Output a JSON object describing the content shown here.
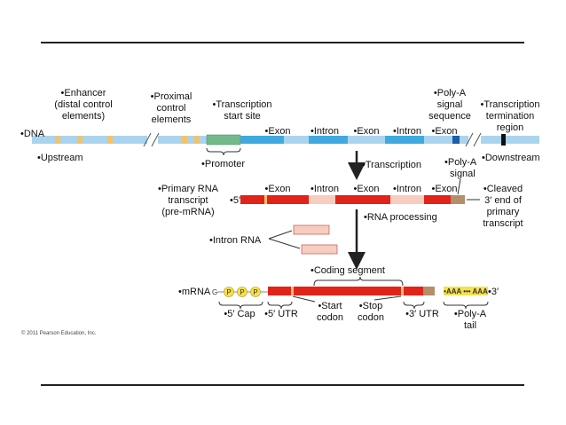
{
  "labels": {
    "enhancer": [
      "•Enhancer",
      "(distal control",
      "elements)"
    ],
    "proximal": [
      "•Proximal",
      "control",
      "elements"
    ],
    "tss": [
      "•Transcription",
      "start site"
    ],
    "polya_signal_seq": [
      "•Poly-A",
      "signal",
      "sequence"
    ],
    "termination": [
      "•Transcription",
      "termination",
      "region"
    ],
    "dna": "•DNA",
    "upstream": "•Upstream",
    "promoter": "•Promoter",
    "downstream": "•Downstream",
    "transcription": "•Transcription",
    "polya_signal": [
      "•Poly-A",
      "signal"
    ],
    "pre_mrna": [
      "•Primary RNA",
      "transcript",
      "(pre-mRNA)"
    ],
    "five_prime": "•5′",
    "cleaved": [
      "•Cleaved",
      "3′ end of",
      "primary",
      "transcript"
    ],
    "rna_processing": "•RNA processing",
    "intron_rna": "•Intron RNA",
    "coding_segment": "•Coding segment",
    "mrna": "•mRNA",
    "g_cap": "G",
    "p_letter": "P",
    "poly_a_text": "•AAA ••• AAA",
    "three_prime": "•3′",
    "five_cap": "•5′ Cap",
    "five_utr": "•5′ UTR",
    "start_codon": [
      "•Start",
      "codon"
    ],
    "stop_codon": [
      "•Stop",
      "codon"
    ],
    "three_utr": "•3′ UTR",
    "polya_tail": [
      "•Poly-A",
      "tail"
    ],
    "copyright": "© 2011 Pearson Education, Inc."
  },
  "dna_regions": [
    "•Exon",
    "•Intron",
    "•Exon",
    "•Intron",
    "•Exon"
  ],
  "rna_regions": [
    "•Exon",
    "•Intron",
    "•Exon",
    "•Intron",
    "•Exon"
  ],
  "colors": {
    "dna_light": "#aad4ee",
    "dna_exon": "#3fa9e0",
    "dna_dark": "#1a5fa8",
    "promoter": "#74b98a",
    "element": "#f2c26b",
    "rna_red": "#e2231a",
    "intron_pink": "#f7cdbf",
    "utr_tan": "#b38f6a",
    "polya_yellow": "#f5e14c",
    "arrow": "#222222"
  }
}
